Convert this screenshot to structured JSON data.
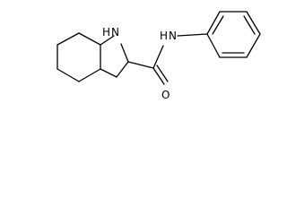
{
  "molecule": {
    "atoms": {
      "nh_ring": "N",
      "h_ring": "H",
      "nh_amide": "N",
      "h_amide": "H",
      "o_carbonyl": "O"
    }
  },
  "colors": {
    "bond": "#000000",
    "background": "#ffffff"
  }
}
